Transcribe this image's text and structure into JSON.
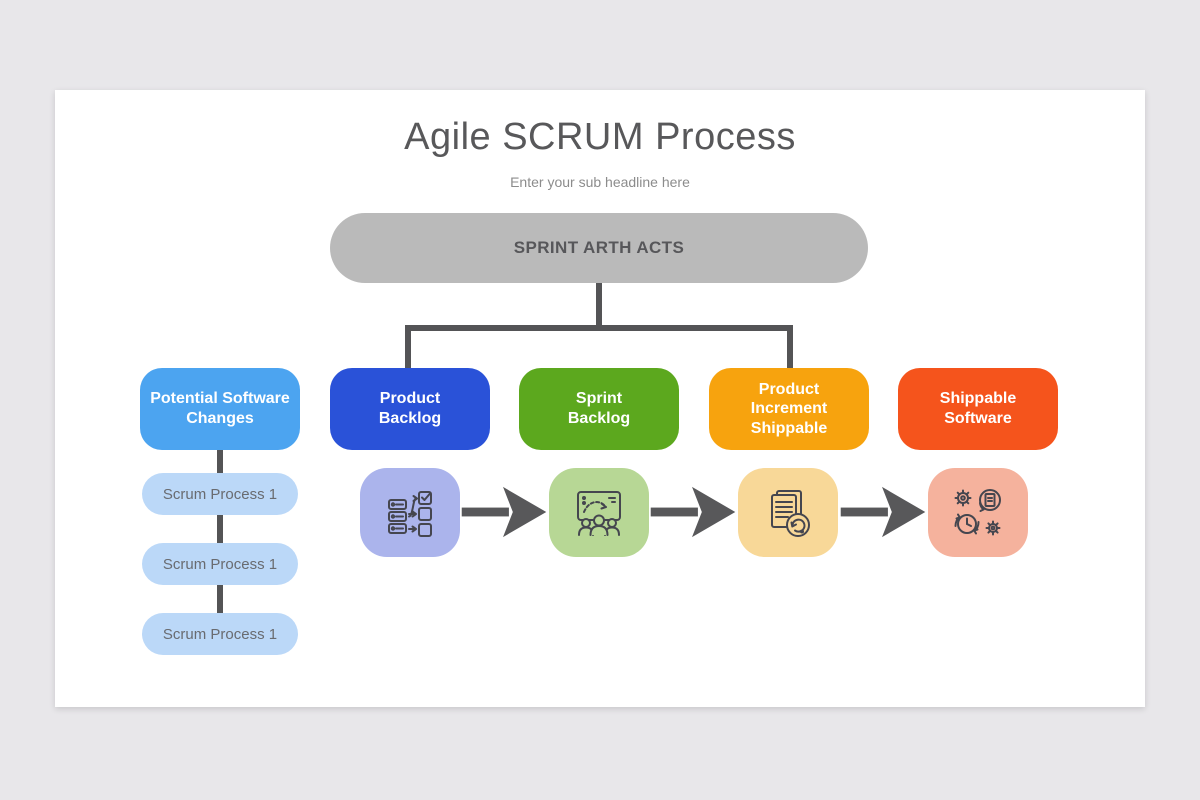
{
  "page": {
    "background": "#e8e7ea"
  },
  "slide": {
    "title": "Agile SCRUM Process",
    "subtitle": "Enter your sub headline here",
    "banner": {
      "label": "SPRINT ARTH ACTS",
      "bg": "#bababa",
      "text_color": "#57575a"
    },
    "connector_color": "#545456",
    "arrow_color": "#58585a",
    "stages": [
      {
        "label": "Potential Software\nChanges",
        "color": "#4ca4f0"
      },
      {
        "label": "Product\nBacklog",
        "color": "#2a52d8"
      },
      {
        "label": "Sprint\nBacklog",
        "color": "#5ca81e"
      },
      {
        "label": "Product\nIncrement\nShippable",
        "color": "#f7a30e"
      },
      {
        "label": "Shippable\nSoftware",
        "color": "#f5541c"
      }
    ],
    "sub_steps": {
      "bg": "#bbd8f8",
      "text_color": "#696b70",
      "items": [
        {
          "label": "Scrum Process 1"
        },
        {
          "label": "Scrum Process 1"
        },
        {
          "label": "Scrum Process 1"
        }
      ]
    },
    "tiles": [
      {
        "icon": "backlog-tasks-icon",
        "bg": "#abb4ec"
      },
      {
        "icon": "sprint-meeting-icon",
        "bg": "#b7d795"
      },
      {
        "icon": "shippable-documents-icon",
        "bg": "#f8d898"
      },
      {
        "icon": "process-gears-clock-icon",
        "bg": "#f5b29d"
      }
    ]
  }
}
